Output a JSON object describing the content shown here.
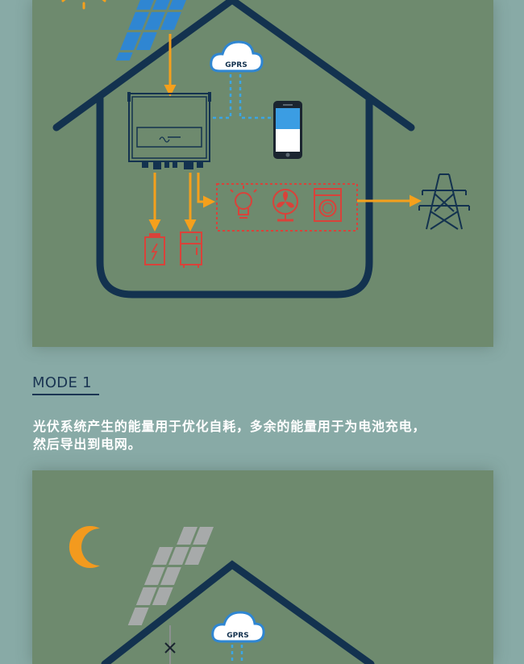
{
  "diagram_top": {
    "cloud_label": "GPRS"
  },
  "mode": {
    "heading": "MODE 1",
    "description_lines": [
      "光伏系统产生的能量用于优化自耗，多余的能量用于为电池充电，",
      "然后导出到电网。"
    ]
  },
  "diagram_bottom": {
    "cloud_label": "GPRS"
  },
  "colors": {
    "page_bg": "#88aaa6",
    "panel_bg": "#6e8a6e",
    "house_outline": "#13324f",
    "energy_flow": "#f5a01c",
    "data_link": "#3aa6e6",
    "device_red": "#d9423a",
    "solar_blue": "#2f86d2",
    "solar_grey": "#a7aaaa",
    "moon": "#f39a1e",
    "heading": "#1a3552",
    "description": "#ffffff"
  },
  "icons": {
    "sun": "sun-icon",
    "solar_panel": "solar-panel-icon",
    "cloud": "cloud-icon",
    "inverter": "inverter-icon",
    "phone": "smartphone-icon",
    "battery": "battery-icon",
    "fridge": "refrigerator-icon",
    "bulb": "light-bulb-icon",
    "fan": "fan-icon",
    "washer": "washing-machine-icon",
    "pylon": "power-pylon-icon",
    "moon": "moon-icon"
  }
}
